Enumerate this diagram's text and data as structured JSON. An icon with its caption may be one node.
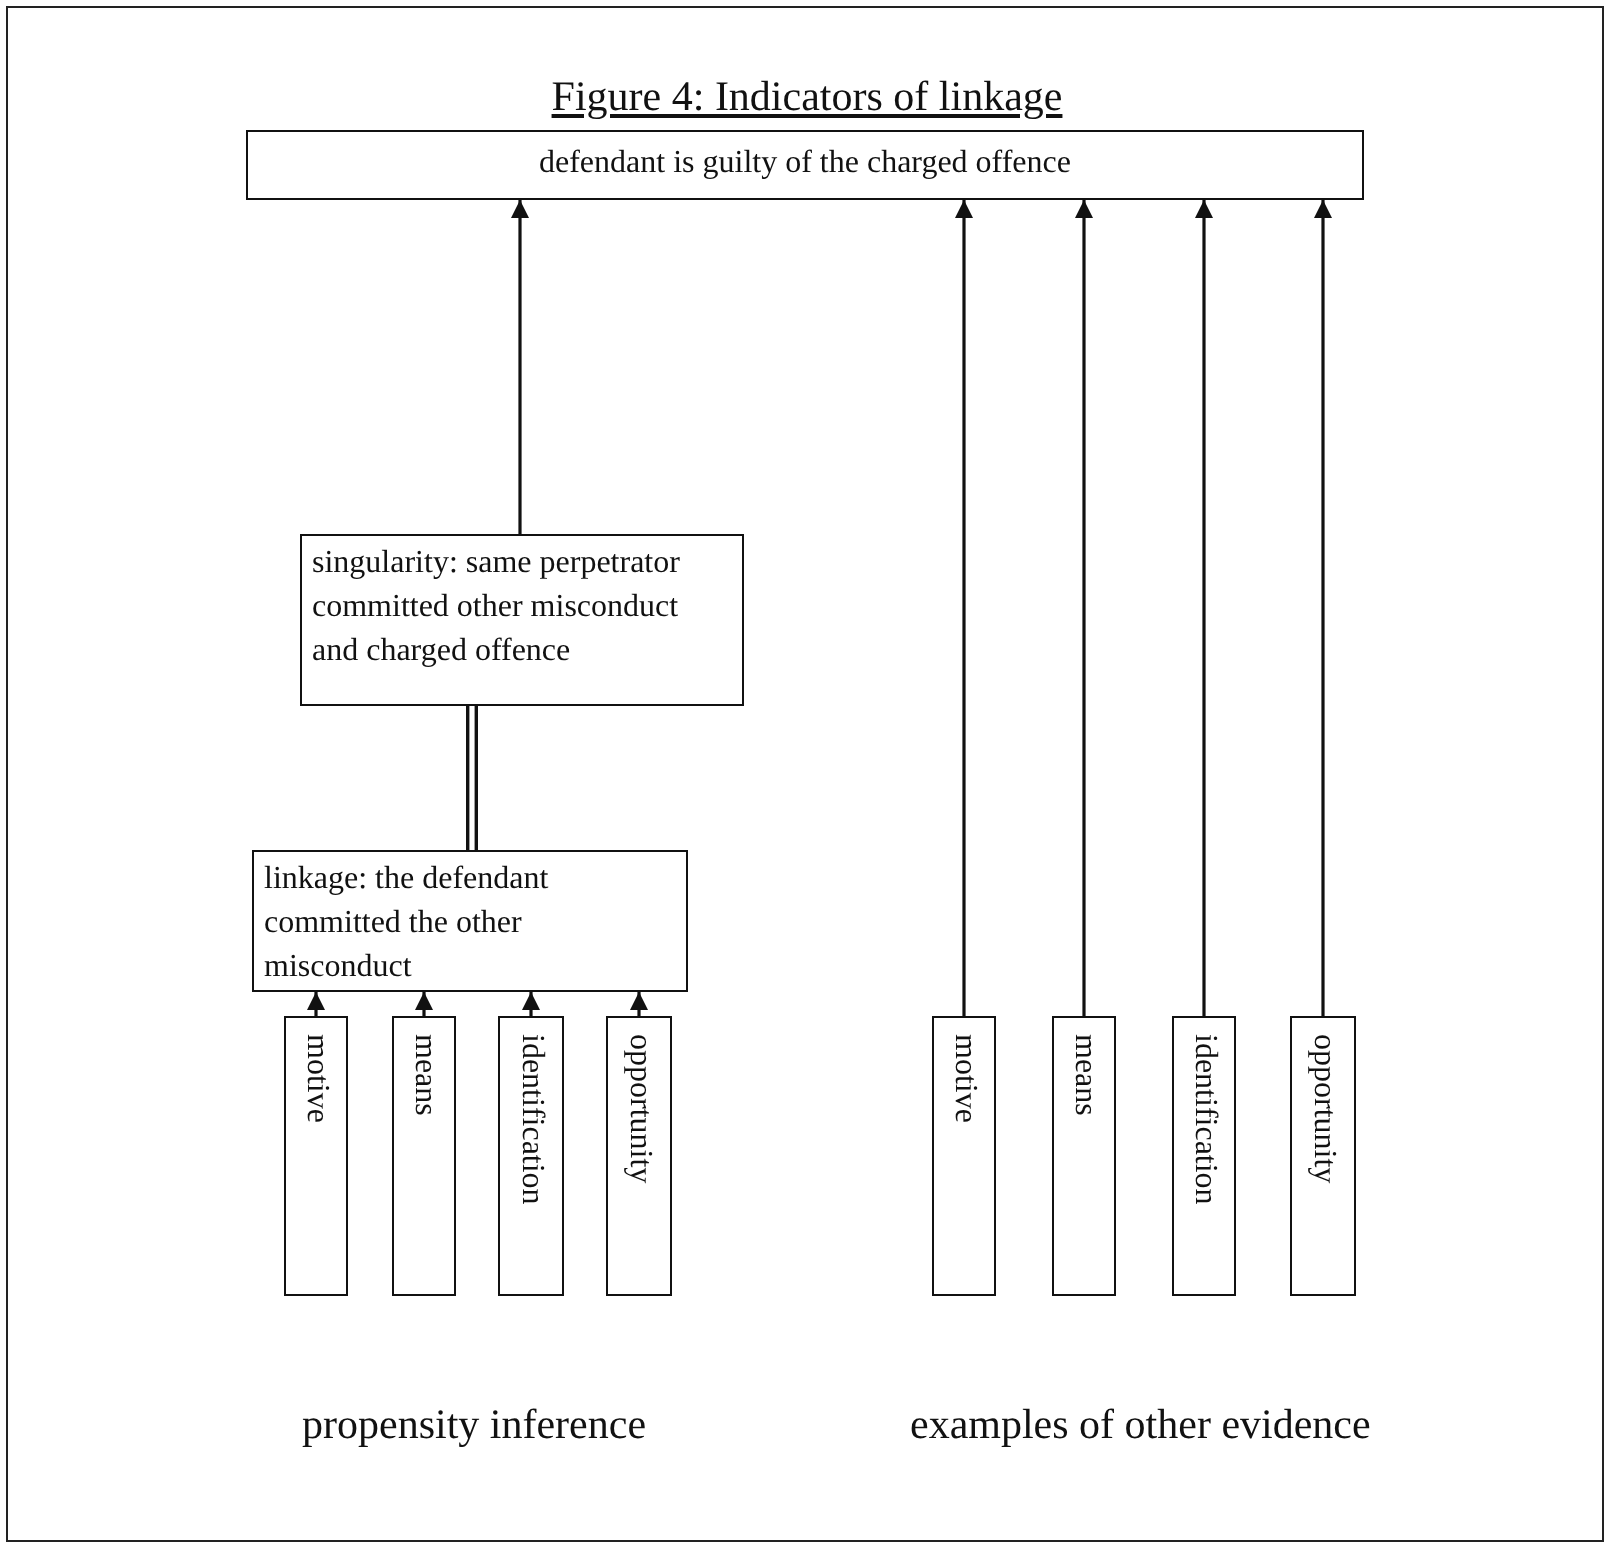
{
  "diagram": {
    "title": "Figure 4: Indicators of linkage",
    "nodes": [
      {
        "text": [
          "defendant is guilty of the charged offence"
        ]
      },
      {
        "text": [
          "singularity: same perpetrator committed other misconduct and charged offence"
        ]
      },
      {
        "text": [
          "linkage: the defendant committed the other misconduct"
        ]
      },
      {
        "text": [
          "motive"
        ]
      },
      {
        "text": [
          "means"
        ]
      },
      {
        "text": [
          "identification"
        ]
      },
      {
        "text": [
          "opportunity"
        ]
      },
      {
        "text": [
          "motive"
        ]
      },
      {
        "text": [
          "means"
        ]
      },
      {
        "text": [
          "identification"
        ]
      },
      {
        "text": [
          "opportunity"
        ]
      }
    ],
    "edges": [
      {
        "from": 1,
        "to": 0,
        "arrow": "to"
      },
      {
        "from": 2,
        "to": 1,
        "arrow": "none",
        "style": "thick"
      },
      {
        "from": 3,
        "to": 2,
        "arrow": "to"
      },
      {
        "from": 4,
        "to": 2,
        "arrow": "to"
      },
      {
        "from": 5,
        "to": 2,
        "arrow": "to"
      },
      {
        "from": 6,
        "to": 2,
        "arrow": "to"
      },
      {
        "from": 7,
        "to": 0,
        "arrow": "to"
      },
      {
        "from": 8,
        "to": 0,
        "arrow": "to"
      },
      {
        "from": 9,
        "to": 0,
        "arrow": "to"
      },
      {
        "from": 10,
        "to": 0,
        "arrow": "to"
      }
    ],
    "labels": [
      "propensity inference",
      "examples of other evidence"
    ]
  }
}
